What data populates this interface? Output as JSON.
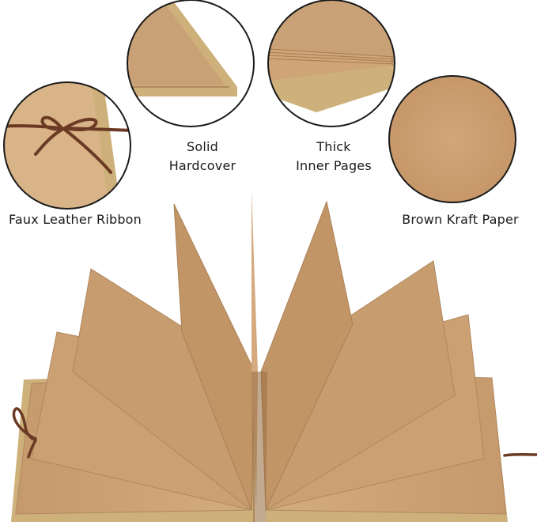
{
  "features": {
    "ribbon": {
      "lines": [
        "Faux Leather Ribbon"
      ]
    },
    "hardcover": {
      "lines": [
        "Solid",
        "Hardcover"
      ]
    },
    "inner_pages": {
      "lines": [
        "Thick",
        "Inner Pages"
      ]
    },
    "kraft_paper": {
      "lines": [
        "Brown Kraft Paper"
      ]
    }
  },
  "colors": {
    "kraft": "#c9a176",
    "kraft_light": "#d8b48a",
    "kraft_dark": "#a98055",
    "cover": "#cdb07a",
    "ribbon": "#6b3a24",
    "circle_border": "#1a1a1a"
  }
}
